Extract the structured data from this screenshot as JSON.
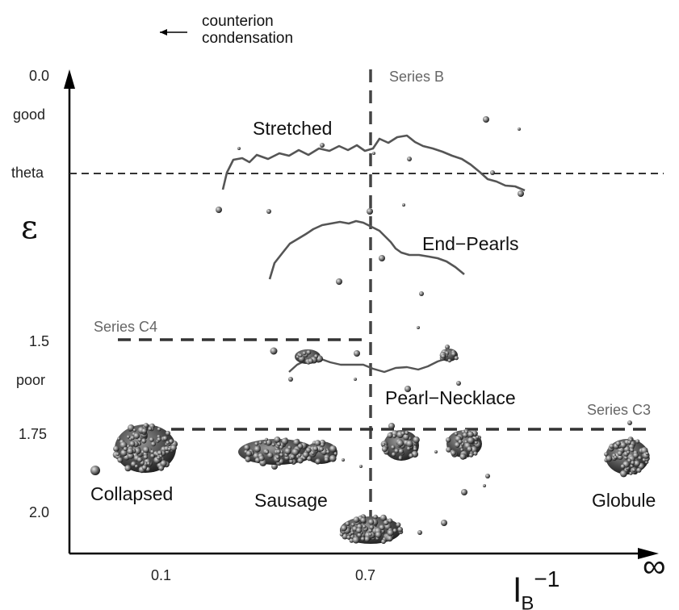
{
  "annotation": {
    "arrow_glyph": "←",
    "line1": "counterion",
    "line2": "condensation"
  },
  "axes": {
    "y_symbol": "ε",
    "y_ticks": [
      "0.0",
      "1.5",
      "1.75",
      "2.0"
    ],
    "y_qualitative": [
      "good",
      "theta",
      "poor"
    ],
    "x_ticks": [
      "0.1",
      "0.7"
    ],
    "x_infinity": "∞",
    "x_label_main": "l",
    "x_label_sub": "B",
    "x_label_sup": "−1"
  },
  "series_labels": {
    "b": "Series B",
    "c4": "Series C4",
    "c3": "Series C3"
  },
  "regions": {
    "stretched": "Stretched",
    "end_pearls": "End−Pearls",
    "pearl_necklace": "Pearl−Necklace",
    "collapsed": "Collapsed",
    "sausage": "Sausage",
    "globule": "Globule"
  },
  "colors": {
    "axis": "#000000",
    "dashed_line": "#444444",
    "polymer": "#555555",
    "series_text": "#666666"
  }
}
